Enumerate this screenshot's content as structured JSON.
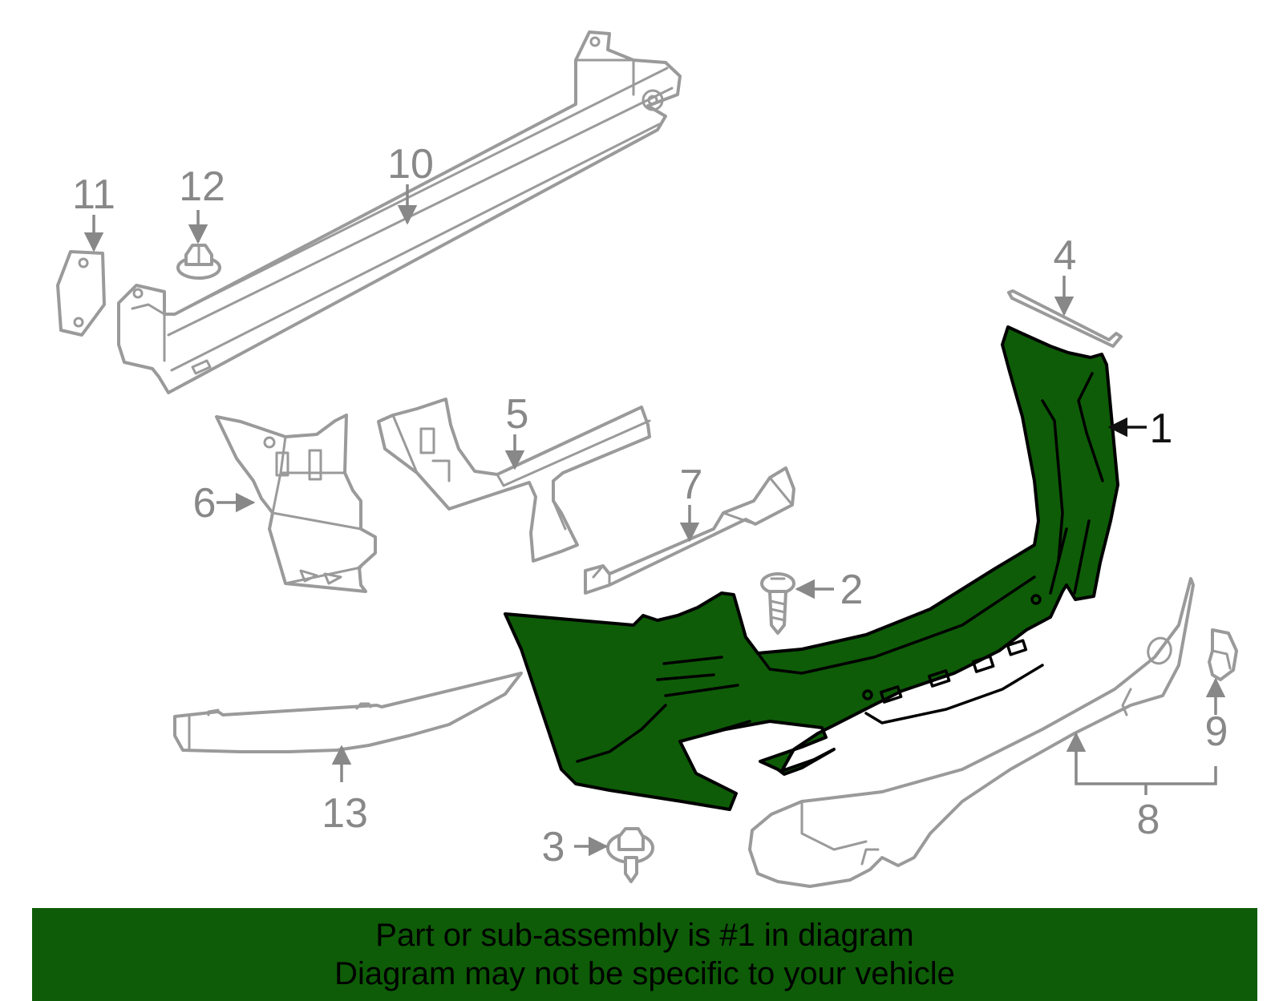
{
  "callouts": {
    "p1": "1",
    "p2": "2",
    "p3": "3",
    "p4": "4",
    "p5": "5",
    "p6": "6",
    "p7": "7",
    "p8": "8",
    "p9": "9",
    "p10": "10",
    "p11": "11",
    "p12": "12",
    "p13": "13"
  },
  "banner": {
    "line1": "Part or sub-assembly is #1 in diagram",
    "line2": "Diagram may not be specific to your vehicle"
  },
  "colors": {
    "highlight_fill": "#0e5c07",
    "banner_bg": "#0e5c07",
    "part_outline": "#9a9a9a",
    "label_gray": "#888888"
  }
}
